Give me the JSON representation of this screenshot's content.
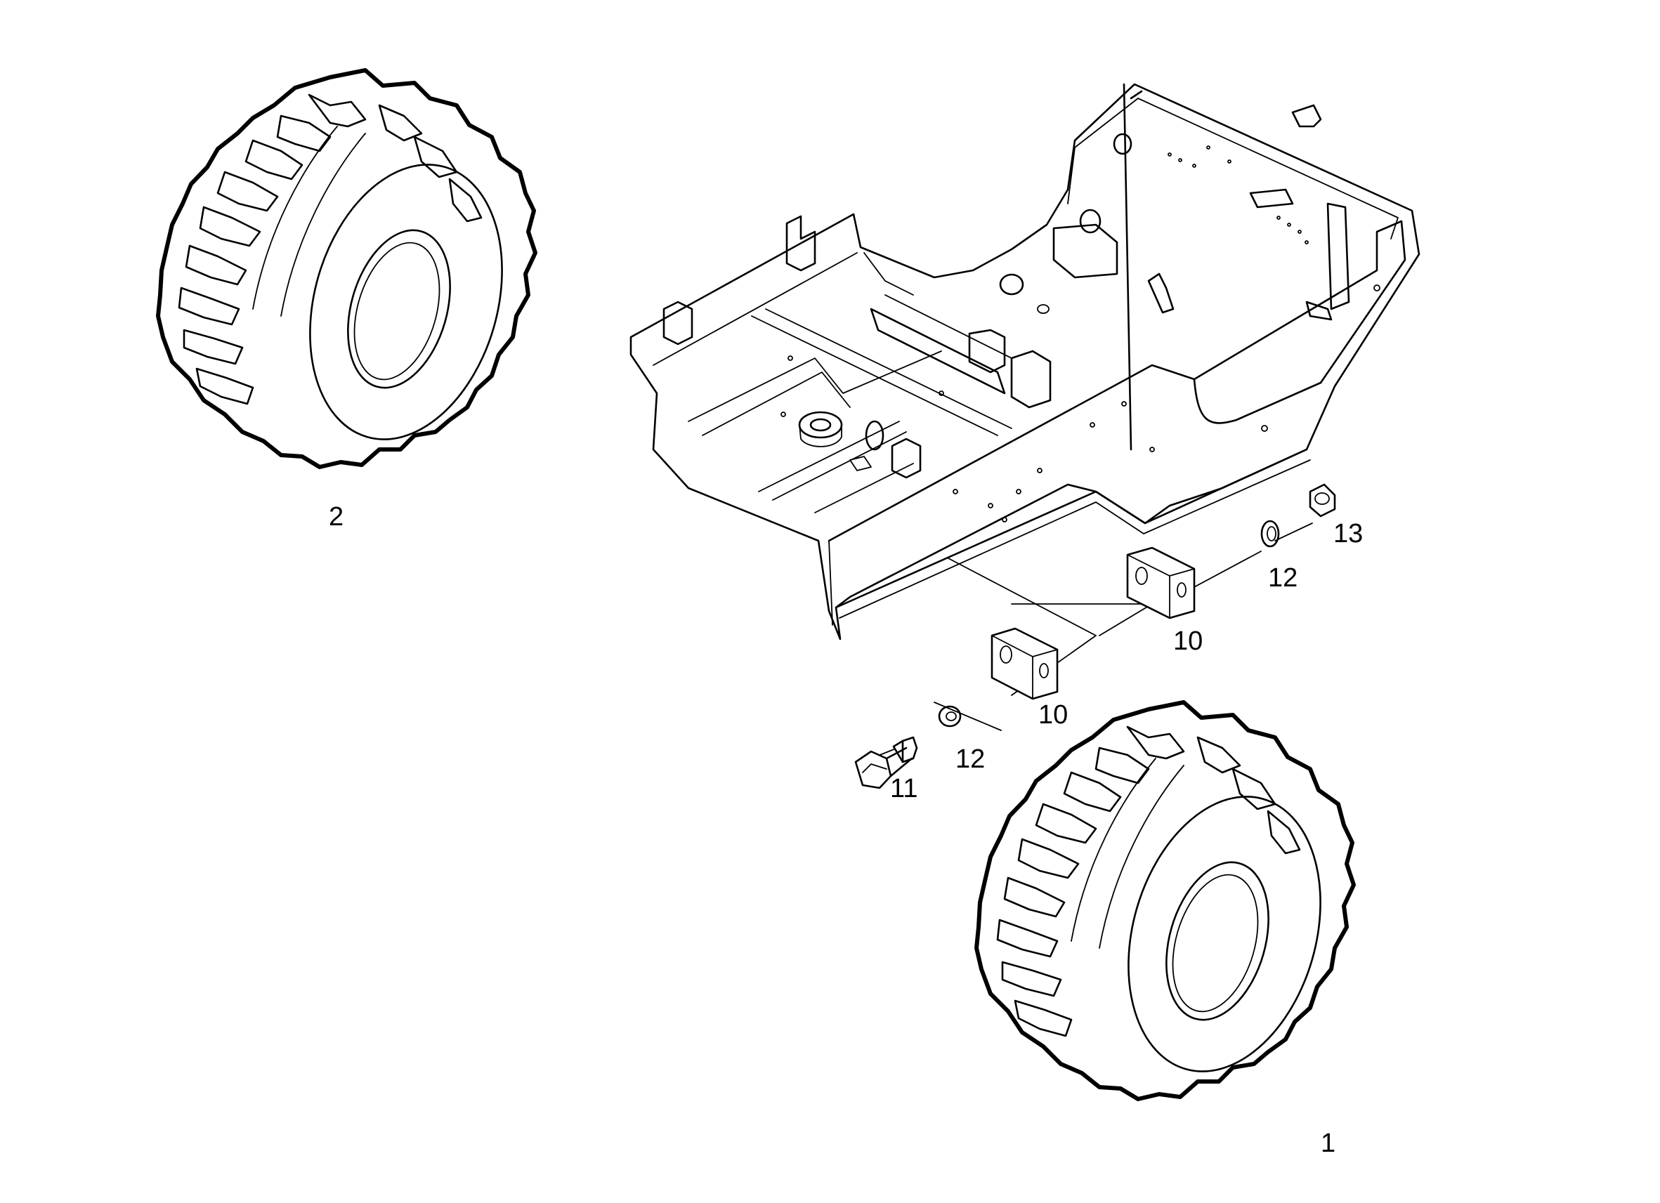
{
  "diagram": {
    "labels": {
      "tire_front": "1",
      "tire_rear": "2",
      "block_upper": "10",
      "block_lower": "10",
      "bolt": "11",
      "washer_upper": "12",
      "washer_lower": "12",
      "nut": "13"
    },
    "colors": {
      "ink": "#000000",
      "paper": "#ffffff"
    }
  }
}
